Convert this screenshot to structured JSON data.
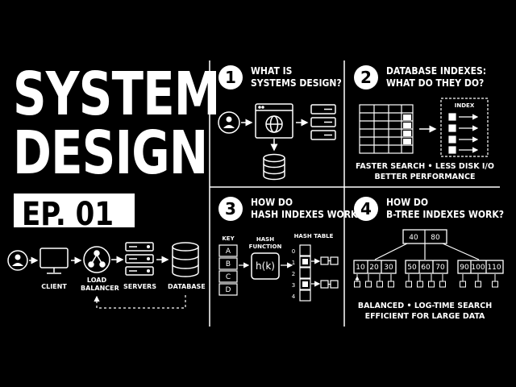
{
  "title": {
    "line1": "SYSTEM",
    "line2": "DESIGN",
    "episode": "EP. 01"
  },
  "overview": {
    "labels": {
      "client": "CLIENT",
      "load_balancer_1": "LOAD",
      "load_balancer_2": "BALANCER",
      "servers": "SERVERS",
      "database": "DATABASE"
    }
  },
  "panel1": {
    "number": "1",
    "heading_1": "WHAT IS",
    "heading_2": "SYSTEMS DESIGN?"
  },
  "panel2": {
    "number": "2",
    "heading_1": "DATABASE INDEXES:",
    "heading_2": "WHAT DO THEY DO?",
    "index_label": "INDEX",
    "caption_1": "FASTER SEARCH  •  LESS DISK I/O",
    "caption_2": "BETTER PERFORMANCE"
  },
  "panel3": {
    "number": "3",
    "heading_1": "HOW DO",
    "heading_2": "HASH INDEXES WORK?",
    "key_label": "KEY",
    "hash_label_1": "HASH",
    "hash_label_2": "FUNCTION",
    "table_label": "HASH TABLE",
    "hash_fn": "h(k)",
    "keys": [
      "A",
      "B",
      "C",
      "D"
    ],
    "slots": [
      "0",
      "1",
      "2",
      "3",
      "4"
    ]
  },
  "panel4": {
    "number": "4",
    "heading_1": "HOW DO",
    "heading_2": "B-TREE INDEXES WORK?",
    "root": [
      "40",
      "80"
    ],
    "leaves": [
      [
        "10",
        "20",
        "30"
      ],
      [
        "50",
        "60",
        "70"
      ],
      [
        "90",
        "100",
        "110"
      ]
    ],
    "caption_1": "BALANCED  •  LOG-TIME SEARCH",
    "caption_2": "EFFICIENT FOR LARGE DATA"
  }
}
